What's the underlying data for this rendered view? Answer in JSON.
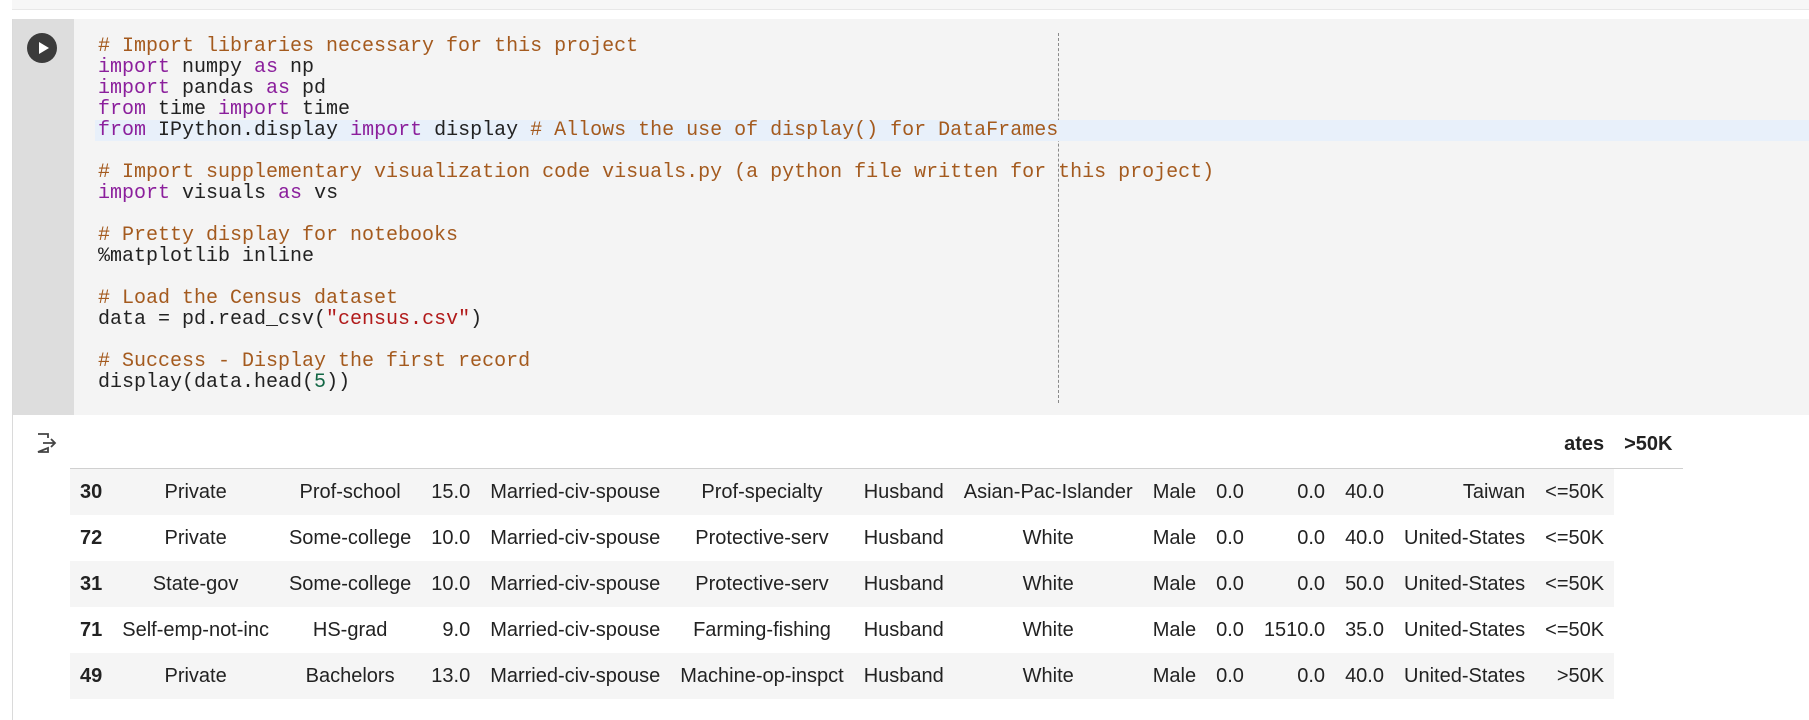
{
  "code_cell": {
    "lines": [
      {
        "tokens": [
          {
            "t": "# Import libraries necessary for this project",
            "c": "comment"
          }
        ]
      },
      {
        "tokens": [
          {
            "t": "import",
            "c": "kw"
          },
          {
            "t": " numpy ",
            "c": "plain"
          },
          {
            "t": "as",
            "c": "kw"
          },
          {
            "t": " np",
            "c": "plain"
          }
        ]
      },
      {
        "tokens": [
          {
            "t": "import",
            "c": "kw"
          },
          {
            "t": " pandas ",
            "c": "plain"
          },
          {
            "t": "as",
            "c": "kw"
          },
          {
            "t": " pd",
            "c": "plain"
          }
        ]
      },
      {
        "tokens": [
          {
            "t": "from",
            "c": "kw"
          },
          {
            "t": " time ",
            "c": "plain"
          },
          {
            "t": "import",
            "c": "kw"
          },
          {
            "t": " time",
            "c": "plain"
          }
        ]
      },
      {
        "active": true,
        "tokens": [
          {
            "t": "from",
            "c": "kw"
          },
          {
            "t": " IPython.display ",
            "c": "plain"
          },
          {
            "t": "import",
            "c": "kw"
          },
          {
            "t": " display ",
            "c": "plain"
          },
          {
            "t": "# Allows the use of display() for DataFrames",
            "c": "comment"
          }
        ]
      },
      {
        "tokens": []
      },
      {
        "tokens": [
          {
            "t": "# Import supplementary visualization code visuals.py (a python file written for this project)",
            "c": "comment"
          }
        ]
      },
      {
        "tokens": [
          {
            "t": "import",
            "c": "kw"
          },
          {
            "t": " visuals ",
            "c": "plain"
          },
          {
            "t": "as",
            "c": "kw"
          },
          {
            "t": " vs",
            "c": "plain"
          }
        ]
      },
      {
        "tokens": []
      },
      {
        "tokens": [
          {
            "t": "# Pretty display for notebooks",
            "c": "comment"
          }
        ]
      },
      {
        "tokens": [
          {
            "t": "%matplotlib inline",
            "c": "plain"
          }
        ]
      },
      {
        "tokens": []
      },
      {
        "tokens": [
          {
            "t": "# Load the Census dataset",
            "c": "comment"
          }
        ]
      },
      {
        "tokens": [
          {
            "t": "data = pd.read_csv(",
            "c": "plain"
          },
          {
            "t": "\"census.csv\"",
            "c": "str"
          },
          {
            "t": ")",
            "c": "plain"
          }
        ]
      },
      {
        "tokens": []
      },
      {
        "tokens": [
          {
            "t": "# Success - Display the first record",
            "c": "comment"
          }
        ]
      },
      {
        "tokens": [
          {
            "t": "display(data.head(",
            "c": "plain"
          },
          {
            "t": "5",
            "c": "num"
          },
          {
            "t": "))",
            "c": "plain"
          }
        ]
      }
    ]
  },
  "output": {
    "headers": [
      "",
      "",
      "",
      "",
      "",
      "",
      "",
      "",
      "",
      "",
      "",
      "",
      "",
      "ates",
      ">50K"
    ],
    "rows": [
      [
        "30",
        "Private",
        "Prof-school",
        "15.0",
        "Married-civ-spouse",
        "Prof-specialty",
        "Husband",
        "Asian-Pac-Islander",
        "Male",
        "0.0",
        "0.0",
        "40.0",
        "Taiwan",
        "<=50K"
      ],
      [
        "72",
        "Private",
        "Some-college",
        "10.0",
        "Married-civ-spouse",
        "Protective-serv",
        "Husband",
        "White",
        "Male",
        "0.0",
        "0.0",
        "40.0",
        "United-States",
        "<=50K"
      ],
      [
        "31",
        "State-gov",
        "Some-college",
        "10.0",
        "Married-civ-spouse",
        "Protective-serv",
        "Husband",
        "White",
        "Male",
        "0.0",
        "0.0",
        "50.0",
        "United-States",
        "<=50K"
      ],
      [
        "71",
        "Self-emp-not-inc",
        "HS-grad",
        "9.0",
        "Married-civ-spouse",
        "Farming-fishing",
        "Husband",
        "White",
        "Male",
        "0.0",
        "1510.0",
        "35.0",
        "United-States",
        "<=50K"
      ],
      [
        "49",
        "Private",
        "Bachelors",
        "13.0",
        "Married-civ-spouse",
        "Machine-op-inspct",
        "Husband",
        "White",
        "Male",
        "0.0",
        "0.0",
        "40.0",
        "United-States",
        ">50K"
      ]
    ]
  },
  "icons": {
    "run": "play-icon",
    "output": "output-clear-icon"
  },
  "colors": {
    "comment": "#a45a1e",
    "keyword": "#8b1f9c",
    "string": "#b11a1a",
    "number": "#116644"
  }
}
